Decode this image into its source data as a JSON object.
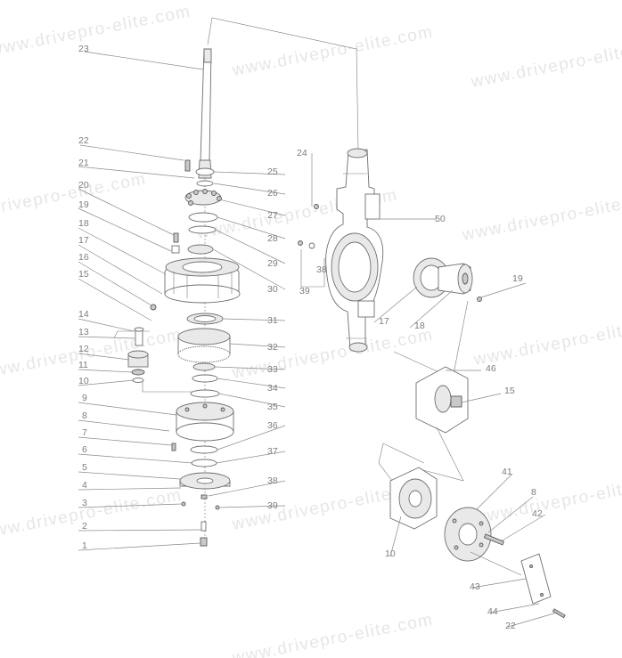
{
  "watermark": "www.drivepro-elite.com",
  "callouts": {
    "c1": "1",
    "c2": "2",
    "c3": "3",
    "c4": "4",
    "c5": "5",
    "c6": "6",
    "c7": "7",
    "c8": "8",
    "c9": "9",
    "c10": "10",
    "c11": "11",
    "c12": "12",
    "c13": "13",
    "c14": "14",
    "c15": "15",
    "c16": "16",
    "c17": "17",
    "c18": "18",
    "c19": "19",
    "c20": "20",
    "c21": "21",
    "c22": "22",
    "c23": "23",
    "c24": "24",
    "c25": "25",
    "c26": "26",
    "c27": "27",
    "c28": "28",
    "c29": "29",
    "c30": "30",
    "c31": "31",
    "c32": "32",
    "c33": "33",
    "c34": "34",
    "c35": "35",
    "c36": "36",
    "c37": "37",
    "c38": "38",
    "c39": "39",
    "r50": "50",
    "r24": "24",
    "r38": "38",
    "r39": "39",
    "r17": "17",
    "r18": "18",
    "r19": "19",
    "r46": "46",
    "r15": "15",
    "r10": "10",
    "r41": "41",
    "r8": "8",
    "r42": "42",
    "r43": "43",
    "r44": "44",
    "r22": "22"
  }
}
